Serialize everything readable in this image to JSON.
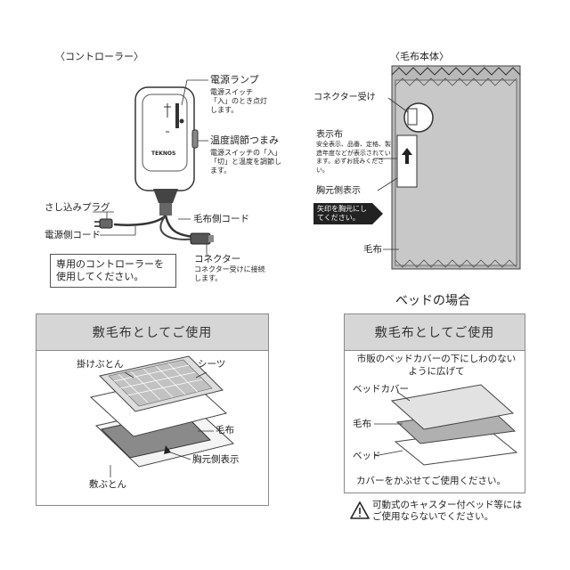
{
  "controller": {
    "heading": "〈コントローラー〉",
    "brand": "TEKNOS",
    "power_lamp": {
      "label": "電源ランプ",
      "note": "電源スイッチ「入」のとき点灯します。"
    },
    "temp_dial": {
      "label": "温度調節つまみ",
      "note": "電源スイッチの「入」「切」と温度を調節します。"
    },
    "plug_label": "さし込みプラグ",
    "power_cord_label": "電源側コード",
    "blanket_cord_label": "毛布側コード",
    "connector": {
      "label": "コネクター",
      "note": "コネクター受けに接続します。"
    },
    "notice": "専用のコントローラーを使用してください。"
  },
  "blanket_body": {
    "heading": "〈毛布本体〉",
    "connector_socket_label": "コネクター受け",
    "display_cloth": {
      "label": "表示布",
      "note": "安全表示、品番、定格、製造年度などが表示されています。必ずお読みください。"
    },
    "chest_side_label": "胸元側表示",
    "arrow_note": "矢印を胸元にしてください。",
    "blanket_label": "毛布"
  },
  "bed_heading": "ベッドの場合",
  "panel_left": {
    "header": "敷毛布としてご使用",
    "comforter": "掛けぶとん",
    "sheet": "シーツ",
    "blanket": "毛布",
    "chest_side": "胸元側表示",
    "mattress": "敷ぶとん"
  },
  "panel_right": {
    "header": "敷毛布としてご使用",
    "instruction": "市販のベッドカバーの下にしわのないように広げて",
    "bed_cover": "ベッドカバー",
    "blanket": "毛布",
    "bed": "ベッド",
    "cover_note": "カバーをかぶせてご使用ください。"
  },
  "warning": {
    "icon": "warning-triangle-icon",
    "text": "可動式のキャスター付ベッド等にはご使用ならないでください。"
  }
}
